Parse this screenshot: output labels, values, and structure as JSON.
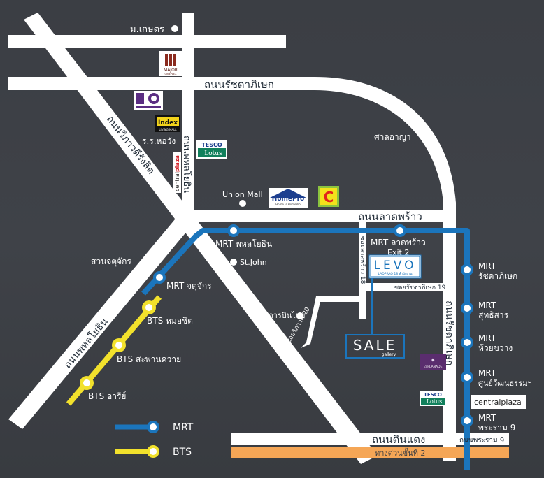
{
  "roads": {
    "ratchadaphisek": "ถนนรัชดาภิเษก",
    "vibhavadi": "ถนนวิภาวดีรังสิต",
    "phahonyothin_north": "ถนนพหลโยธิน",
    "lat_phrao": "ถนนลาดพร้าว",
    "phahonyothin_south": "ถนนพหลโยธิน",
    "din_daeng": "ถนนดินแดง",
    "phra_ram_9": "ถนนพระราม 9",
    "ratchada_vertical": "ถนนรัชดาภิเษก",
    "expressway": "ทางด่วนขั้นที่ 2",
    "soi_lat_phrao_18": "ซอยลาดพร้าว 18",
    "soi_ratchada_19": "ซอยรัชดาภิเษก 19",
    "soi_vibhavadi_20": "ซอยวิภาวดี 20"
  },
  "places": {
    "kasetsart": "ม.เกษตร",
    "hor_wang": "ร.ร.หอวัง",
    "san_aya": "ศาลอาญา",
    "union_mall": "Union Mall",
    "chatuchak_park": "สวนจตุจักร",
    "st_john": "St.John",
    "thai_airways": "การบินไทย"
  },
  "stations": {
    "mrt_phahon": "MRT พหลโยธิน",
    "mrt_latphrao_1": "MRT ลาดพร้าว",
    "mrt_latphrao_2": "Exit 2",
    "mrt_chatuchak": "MRT จตุจักร",
    "mrt_ratchada_1": "MRT",
    "mrt_ratchada_2": "รัชดาภิเษก",
    "mrt_sutthisan_1": "MRT",
    "mrt_sutthisan_2": "สุทธิสาร",
    "mrt_huaikhwang_1": "MRT",
    "mrt_huaikhwang_2": "ห้วยขวาง",
    "mrt_culture_1": "MRT",
    "mrt_culture_2": "ศูนย์วัฒนธรรมฯ",
    "mrt_rama9_1": "MRT",
    "mrt_rama9_2": "พระราม 9",
    "bts_mochit": "BTS หมอชิต",
    "bts_saphankhwai": "BTS สะพานควาย",
    "bts_ari": "BTS อารีย์"
  },
  "brands": {
    "major_name": "MAJOR",
    "major_sub": "CINEPLEX",
    "index_name": "Index",
    "index_sub": "LIVING MALL",
    "tesco_name": "TESCO",
    "tesco_sub": "Lotus",
    "tesco2_name": "TESCO",
    "tesco2_sub": "Lotus",
    "homepro_name": "HomePro",
    "homepro_sub": "Home is HomePro",
    "bigc": "C",
    "central_1": "central",
    "central_2": "plaza",
    "central_side": "centralplaza",
    "esplanade": "ESPLANADE"
  },
  "project": {
    "levo": "LEVO",
    "levo_sub": "LADPRAO 18 สำนักงาน",
    "sale": "SALE",
    "sale_sub": "gallery"
  },
  "legend": {
    "mrt": "MRT",
    "bts": "BTS"
  },
  "colors": {
    "mrt_line": "#1b75bc",
    "bts_line": "#f2e12c",
    "road": "#ffffff",
    "expressway": "#f5a656",
    "background": "#3c3f45"
  }
}
